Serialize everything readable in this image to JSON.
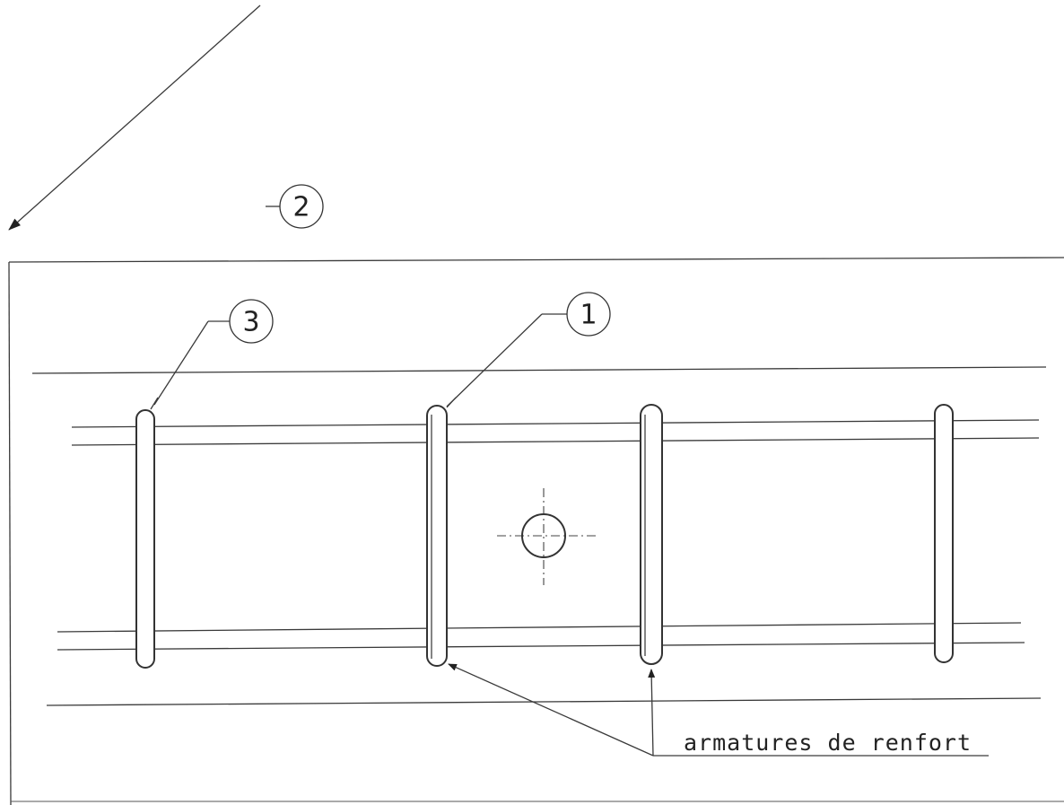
{
  "balloons": {
    "item_1": "1",
    "item_2": "2",
    "item_3": "3"
  },
  "annotation": {
    "label": "armatures de renfort"
  },
  "colors": {
    "ink": "#333333",
    "paper": "#ffffff"
  }
}
